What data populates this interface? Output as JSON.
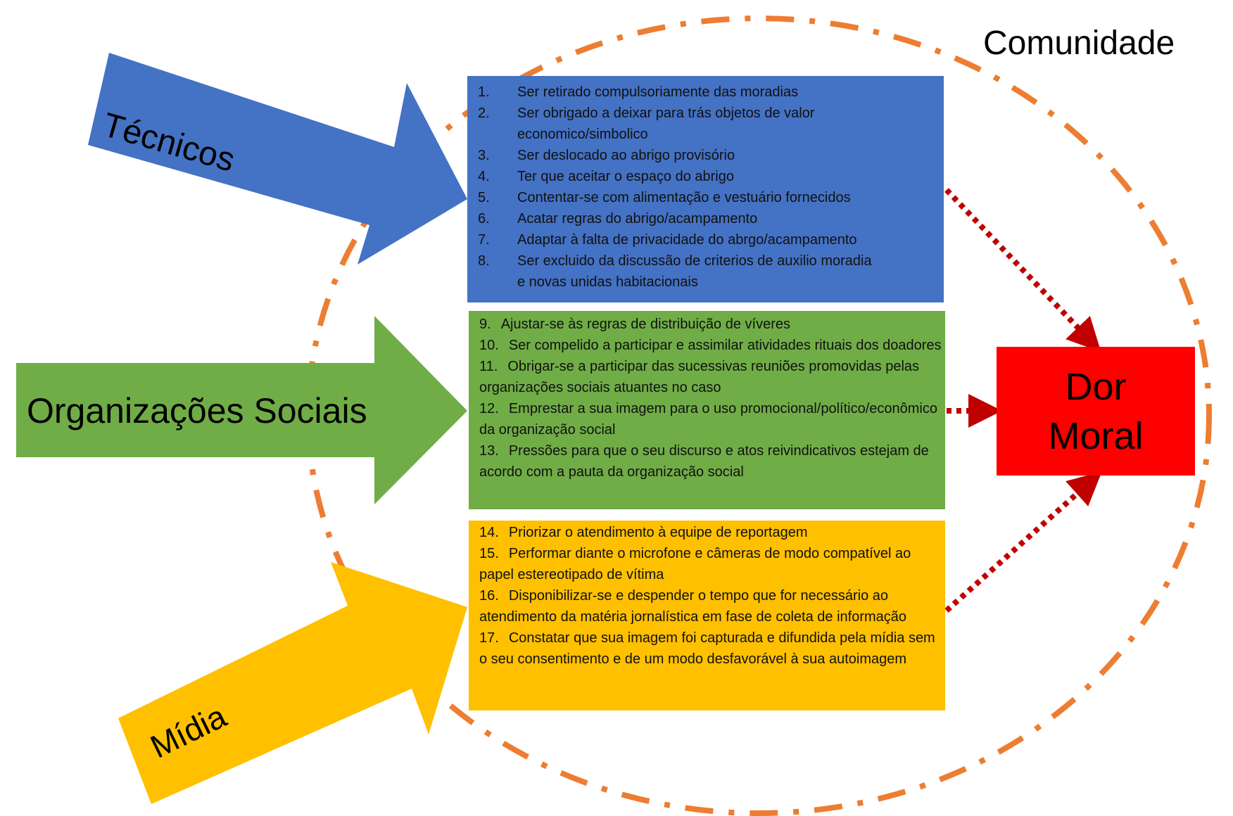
{
  "community_label": "Comunidade",
  "outcome": {
    "line1": "Dor",
    "line2": "Moral",
    "color": "#ff0000"
  },
  "actors": [
    {
      "label": "Técnicos",
      "color": "#4472c4"
    },
    {
      "label": "Organizações Sociais",
      "color": "#70ad47"
    },
    {
      "label": "Mídia",
      "color": "#ffc000"
    }
  ],
  "groups": {
    "tecnicos": [
      {
        "num": "1.",
        "text": "Ser retirado compulsoriamente das moradias"
      },
      {
        "num": "2.",
        "text": "Ser obrigado a deixar para trás objetos de valor",
        "cont": "economico/simbolico"
      },
      {
        "num": "3.",
        "text": "Ser deslocado ao abrigo provisório"
      },
      {
        "num": "4.",
        "text": "Ter que aceitar o espaço do abrigo"
      },
      {
        "num": "5.",
        "text": "Contentar-se com alimentação e vestuário fornecidos"
      },
      {
        "num": "6.",
        "text": "Acatar regras do abrigo/acampamento"
      },
      {
        "num": "7.",
        "text": "Adaptar à falta de privacidade do abrgo/acampamento"
      },
      {
        "num": "8.",
        "text": "Ser excluido da discussão de criterios de auxilio moradia",
        "cont": "e novas unidas habitacionais"
      }
    ],
    "organizacoes": [
      {
        "num": "9.",
        "text": "Ajustar-se às regras de distribuição de víveres"
      },
      {
        "num": "10.",
        "text": "Ser compelido a participar e assimilar atividades rituais dos doadores"
      },
      {
        "num": "11.",
        "text": "Obrigar-se a participar das sucessivas reuniões promovidas pelas organizações sociais atuantes no caso"
      },
      {
        "num": "12.",
        "text": "Emprestar a sua imagem para o uso promocional/político/econômico da organização social"
      },
      {
        "num": "13.",
        "text": "Pressões para que o seu discurso e atos reivindicativos estejam de acordo com a pauta da organização social"
      }
    ],
    "midia": [
      {
        "num": "14.",
        "text": "Priorizar o atendimento à equipe de reportagem"
      },
      {
        "num": "15.",
        "text": "Performar diante o microfone e câmeras de modo compatível ao papel estereotipado de vítima"
      },
      {
        "num": "16.",
        "text": "Disponibilizar-se e despender o tempo que for necessário ao atendimento da matéria jornalística em fase de coleta de informação"
      },
      {
        "num": "17.",
        "text": "Constatar que sua imagem foi capturada e difundida pela mídia sem o seu consentimento e de um modo desfavorável à sua autoimagem"
      }
    ]
  },
  "colors": {
    "circle": "#ed7d31",
    "connector": "#c00000"
  }
}
